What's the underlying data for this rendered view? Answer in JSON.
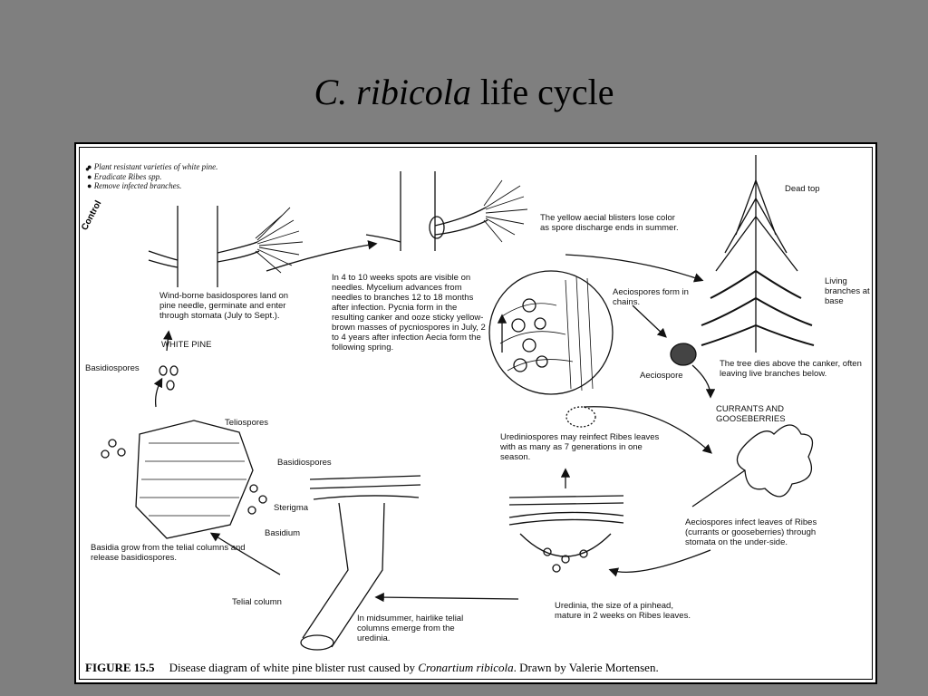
{
  "slide": {
    "title_italic": "C. ribicola",
    "title_rest": " life cycle"
  },
  "control": {
    "label": "Control",
    "items": [
      "Plant resistant varieties of white pine.",
      "Eradicate Ribes spp.",
      "Remove infected branches."
    ]
  },
  "labels": {
    "dead_top": "Dead top",
    "living_branches": "Living branches at base",
    "tree_dies": "The tree dies above the canker, often leaving live branches below.",
    "yellow_aecial": "The yellow aecial blisters lose color as spore discharge ends in summer.",
    "spots_visible": "In 4 to 10 weeks spots are visible on needles. Mycelium advances from needles to branches 12 to 18 months after infection. Pycnia form in the resulting canker and ooze sticky yellow-brown masses of pycniospores in July, 2 to 4 years after infection Aecia form the following spring.",
    "wind_borne": "Wind-borne basidospores land on pine needle, germinate and enter through stomata (July to Sept.).",
    "white_pine": "WHITE PINE",
    "basidiospores_left": "Basidiospores",
    "aeciospores_chains": "Aeciospores form in chains.",
    "aeciospore": "Aeciospore",
    "currants": "CURRANTS AND GOOSEBERRIES",
    "teliospores": "Teliospores",
    "basidiospores_mid": "Basidiospores",
    "sterigma": "Sterigma",
    "basidium": "Basidium",
    "basidia_grow": "Basidia grow from the telial columns and release basidiospores.",
    "urediniospores": "Urediniospores may reinfect Ribes leaves with as many as 7 generations in one season.",
    "aeciospores_infect": "Aeciospores infect leaves of Ribes (currants or gooseberries) through stomata on the under-side.",
    "uredinia": "Uredinia, the size of a pinhead, mature in 2 weeks on Ribes leaves.",
    "telial_column": "Telial column",
    "midsummer": "In midsummer, hairlike telial columns emerge from the uredinia."
  },
  "caption": {
    "figure": "FIGURE 15.5",
    "text_before": "Disease diagram of white pine blister rust caused by ",
    "species": "Cronartium ribicola",
    "text_after": ". Drawn by Valerie Mortensen."
  },
  "colors": {
    "background": "#7f7f7f",
    "panel": "#ffffff",
    "ink": "#111111"
  }
}
